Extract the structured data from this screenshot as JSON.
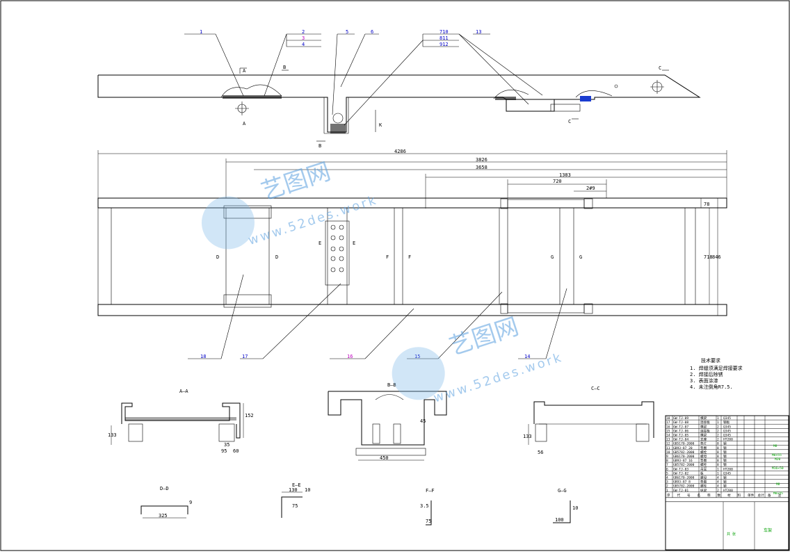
{
  "drawing": {
    "callouts": [
      "1",
      "2",
      "3",
      "4",
      "5",
      "6",
      "710",
      "811",
      "912",
      "13",
      "14",
      "15",
      "16",
      "17",
      "18"
    ],
    "sections": {
      "aa": "A—A",
      "bb": "B—B",
      "cc": "C—C",
      "dd": "D—D",
      "ee": "E—E",
      "ff": "F—F",
      "gg": "G—G"
    },
    "cut_marks": {
      "a": "A",
      "b": "B",
      "c": "C",
      "d": "D",
      "e": "E",
      "f": "F",
      "g": "G",
      "k": "K"
    },
    "dimensions": {
      "overall": "4286",
      "d2": "3826",
      "d3": "3658",
      "d4": "1383",
      "d5": "720",
      "d6": "2#9",
      "h1": "78",
      "h2": "718",
      "h3": "846",
      "aa_h": "152",
      "aa_h2": "133",
      "aa_w1": "35",
      "aa_w2": "95",
      "aa_w3": "60",
      "bb_w": "450",
      "bb_h": "45",
      "cc_h": "133",
      "cc_w": "56",
      "dd_w": "325",
      "dd_h": "9",
      "ee_w": "130",
      "ee_h": "10",
      "ee_h2": "75",
      "ff_w": "3.5",
      "ff_h": "75",
      "gg_w": "100",
      "gg_h": "10"
    }
  },
  "tech_notes": {
    "title": "技术要求",
    "items": [
      "1. 焊缝须满足焊接要求",
      "2. 焊接后除锈",
      "3. 表面涂漆",
      "4. 未注倒角R7.5."
    ]
  },
  "bom": {
    "rows": [
      [
        "18",
        "GW-TJ-09",
        "横梁",
        "1",
        "Q345"
      ],
      [
        "17",
        "GW-TJ-08",
        "连接板",
        "1",
        "钢板"
      ],
      [
        "16",
        "GW-TJ-07",
        "横梁",
        "2",
        "Q345"
      ],
      [
        "15",
        "GW-TJ-06",
        "连接板",
        "2",
        "Q345"
      ],
      [
        "14",
        "GW-TJ-05",
        "横梁",
        "2",
        "Q345"
      ],
      [
        "13",
        "GW-TJ-04",
        "支座",
        "2",
        "HT200"
      ],
      [
        "12",
        "GB5170-2000",
        "垫片",
        "8",
        "钢"
      ],
      [
        "11",
        "GB93-87 20",
        "垫圈",
        "8",
        "钢"
      ],
      [
        "10",
        "GB5782-2000",
        "螺栓",
        "8",
        "钢"
      ],
      [
        "9",
        "GB6170-2000",
        "螺母",
        "8",
        "钢"
      ],
      [
        "8",
        "GB93-87 16",
        "垫圈",
        "8",
        "钢"
      ],
      [
        "7",
        "GB5782-2000",
        "螺栓",
        "8",
        "钢"
      ],
      [
        "6",
        "GW-TJ-03",
        "吊耳",
        "1",
        "HT200"
      ],
      [
        "5",
        "GW-TJ-02",
        "板",
        "1",
        "Q345"
      ],
      [
        "4",
        "GB6170-2000",
        "螺母",
        "4",
        "钢"
      ],
      [
        "3",
        "GB93-87 8",
        "垫圈",
        "4",
        "钢"
      ],
      [
        "2",
        "GB5782-2000",
        "螺栓",
        "4",
        "钢"
      ],
      [
        "1",
        "GW-TJ-01",
        "纵梁",
        "2",
        "HT200"
      ]
    ],
    "notes": {
      "r1": "M8",
      "r2": "M8×55",
      "r3": "M20",
      "r4": "M16×50",
      "r5": "M8",
      "r6": "M8×45"
    },
    "header": [
      "序",
      "代",
      "号",
      "名",
      "称",
      "数",
      "材",
      "料",
      "单件",
      "总计",
      "备",
      "注"
    ],
    "title_block": {
      "name": "车架",
      "sheet": "共 张"
    }
  },
  "watermark": {
    "brand": "艺图网",
    "url": "www.52des.work"
  }
}
